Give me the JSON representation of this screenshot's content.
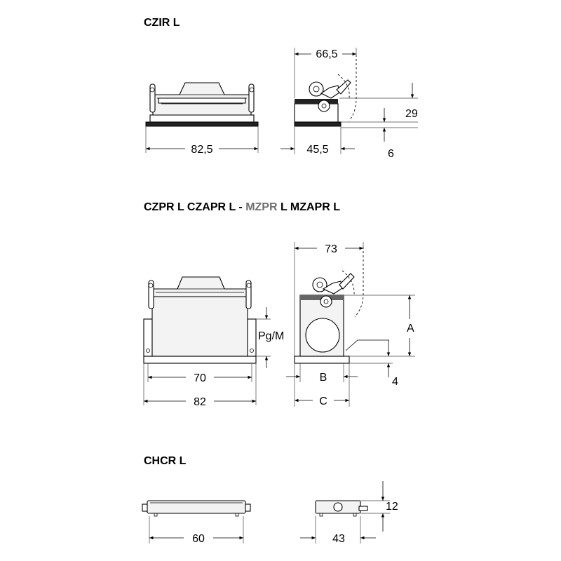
{
  "sections": {
    "czir": {
      "title": "CZIR L",
      "dims": {
        "depth": "66,5",
        "width": "82,5",
        "base": "45,5",
        "height": "29",
        "plate": "6"
      }
    },
    "czpr": {
      "title_parts": [
        "CZPR L  CZAPR L",
        " - ",
        "MZPR",
        " L  MZAPR L"
      ],
      "grey_color": "#707070",
      "dims": {
        "depth": "73",
        "inner": "70",
        "outer": "82",
        "pg": "Pg/M",
        "b": "B",
        "c": "C",
        "a": "A",
        "plate": "4"
      }
    },
    "chcr": {
      "title": "CHCR L",
      "dims": {
        "width": "60",
        "depth": "43",
        "height": "12"
      }
    }
  }
}
